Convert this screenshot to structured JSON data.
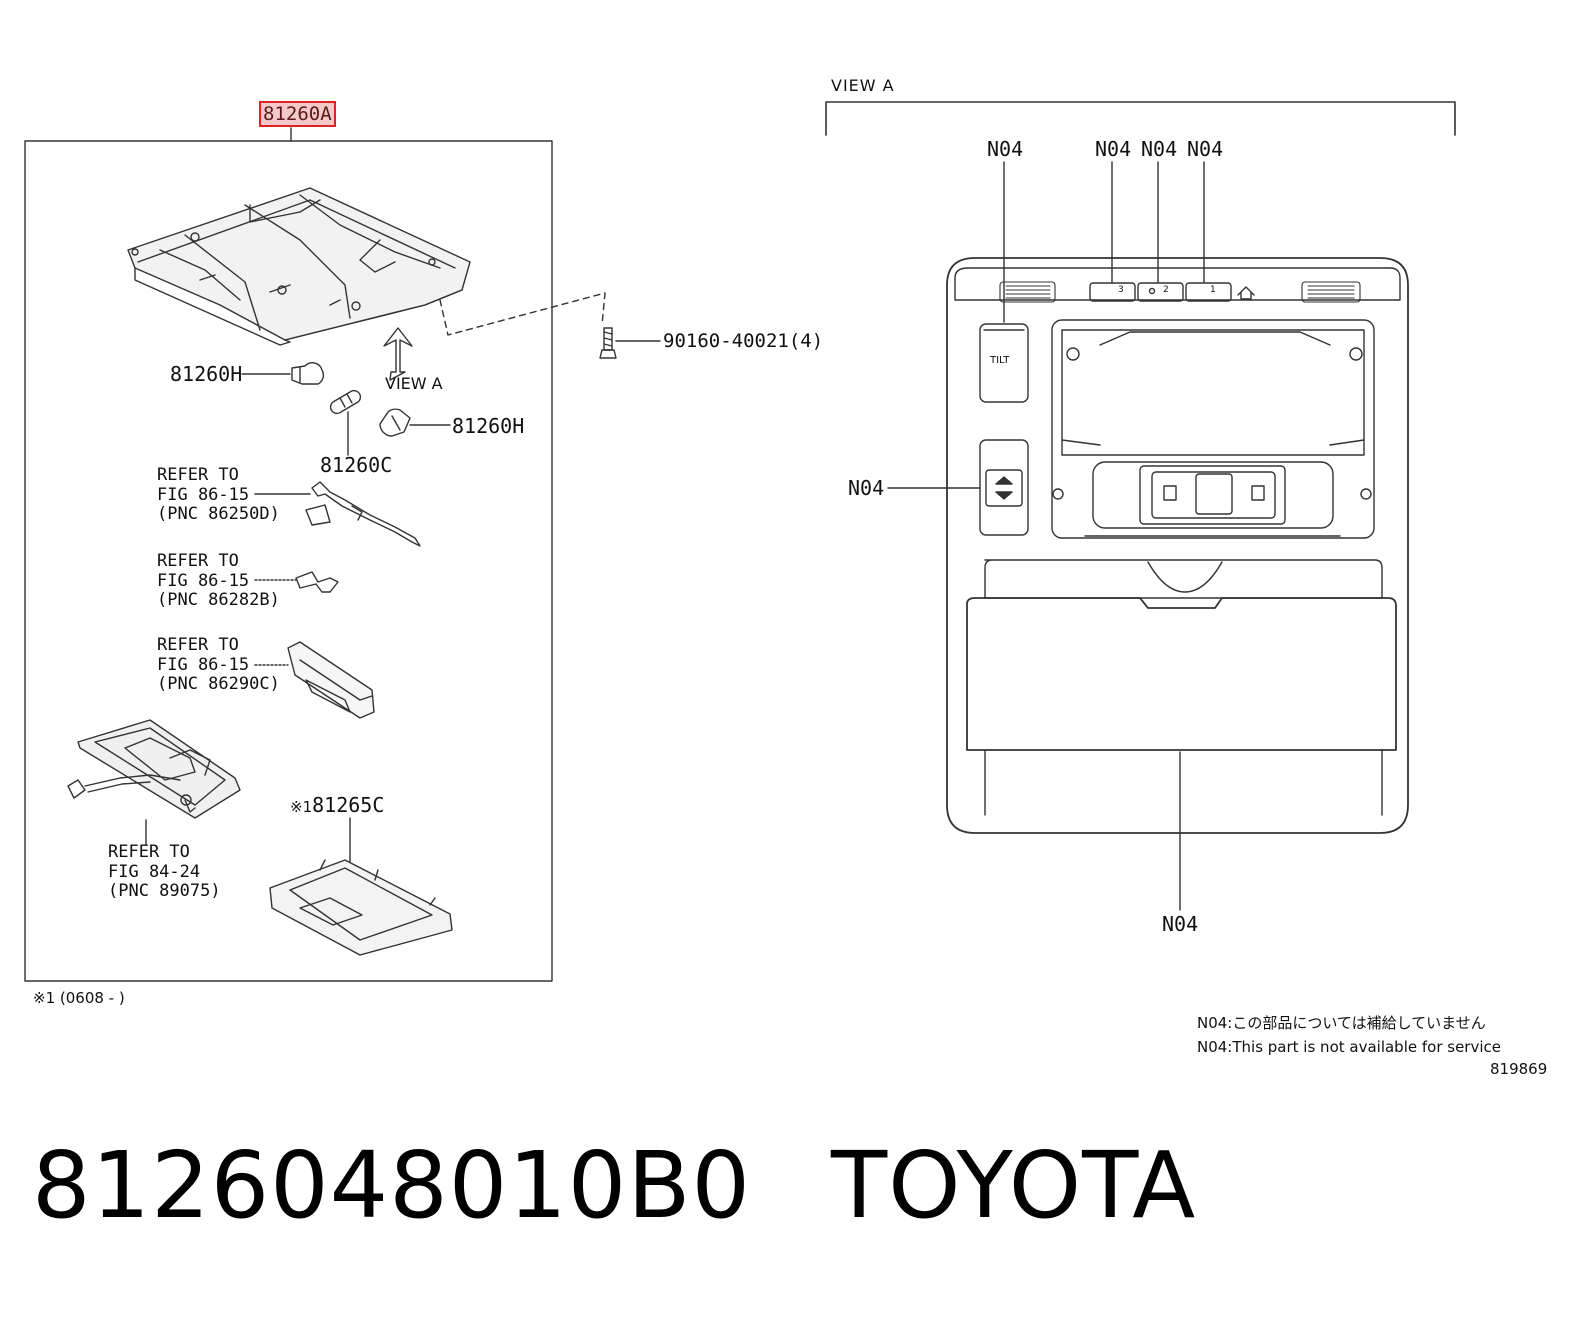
{
  "diagram": {
    "highlighted_part": "81260A",
    "left_box": {
      "labels": {
        "screw": "90160-40021(4)",
        "bulb_h_left": "81260H",
        "bulb_h_right": "81260H",
        "bulb_c": "81260C",
        "view_arrow": "VIEW A",
        "cover": "81265C",
        "cover_note": "※1"
      },
      "refs": [
        {
          "l1": "REFER TO",
          "l2": "FIG 86-15",
          "l3": "(PNC 86250D)"
        },
        {
          "l1": "REFER TO",
          "l2": "FIG 86-15",
          "l3": "(PNC 86282B)"
        },
        {
          "l1": "REFER TO",
          "l2": "FIG 86-15",
          "l3": "(PNC 86290C)"
        },
        {
          "l1": "REFER TO",
          "l2": "FIG 84-24",
          "l3": "(PNC 89075)"
        }
      ],
      "footnote": "※1 (0608 -     )"
    },
    "view_a": {
      "title": "VIEW A",
      "n04": "N04",
      "buttons": {
        "b3": "3",
        "b2": "2",
        "b1": "1",
        "tilt": "TILT"
      }
    },
    "notes": {
      "jp": "N04:この部品については補給していません",
      "en": "N04:This part is not available for service",
      "fig_no": "819869"
    }
  },
  "footer": {
    "part_number": "8126048010B0",
    "brand": "TOYOTA"
  }
}
